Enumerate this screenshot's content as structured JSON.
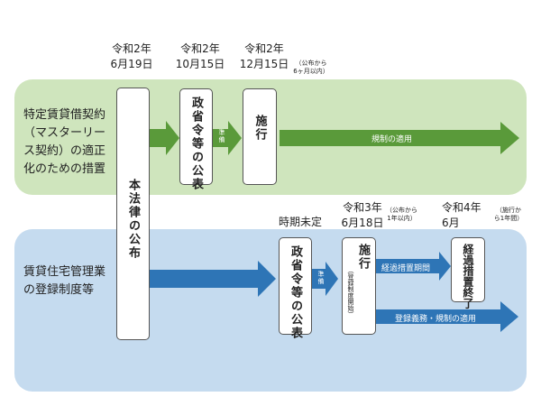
{
  "header_dates": {
    "d1": "令和2年\n6月19日",
    "d2": "令和2年\n10月15日",
    "d3": "令和2年\n12月15日",
    "d3_note": "（公布から\n6ヶ月以内）"
  },
  "green_band": {
    "label": "特定賃貸借契約\n（マスターリー\nス契約）の適正\n化のための措置",
    "box_decree": "政省令等の公表",
    "arrow_small": "準備",
    "box_enforce": "施行",
    "arrow_main": "規制の適用"
  },
  "center_box": "本法律の公布",
  "blue_band": {
    "label": "賃貸住宅管理業\nの登録制度等",
    "date_undecided": "時期未定",
    "date_enforce": "令和3年\n6月18日",
    "date_enforce_note": "（公布から\n1年以内）",
    "date_end": "令和4年\n6月",
    "date_end_note": "（施行か\nら1年間）",
    "box_decree": "政省令等の公表",
    "arrow_small": "準備",
    "box_enforce": "施行",
    "box_enforce_sub": "（登録制度開始）",
    "arrow_transition": "経過措置期間",
    "box_end": "経過措置終了",
    "arrow_main": "登録義務・規制の適用"
  },
  "colors": {
    "green_band": "#cfe5bd",
    "blue_band": "#c5dbef",
    "green_arrow": "#5a9a3a",
    "blue_arrow": "#2e75b6"
  }
}
